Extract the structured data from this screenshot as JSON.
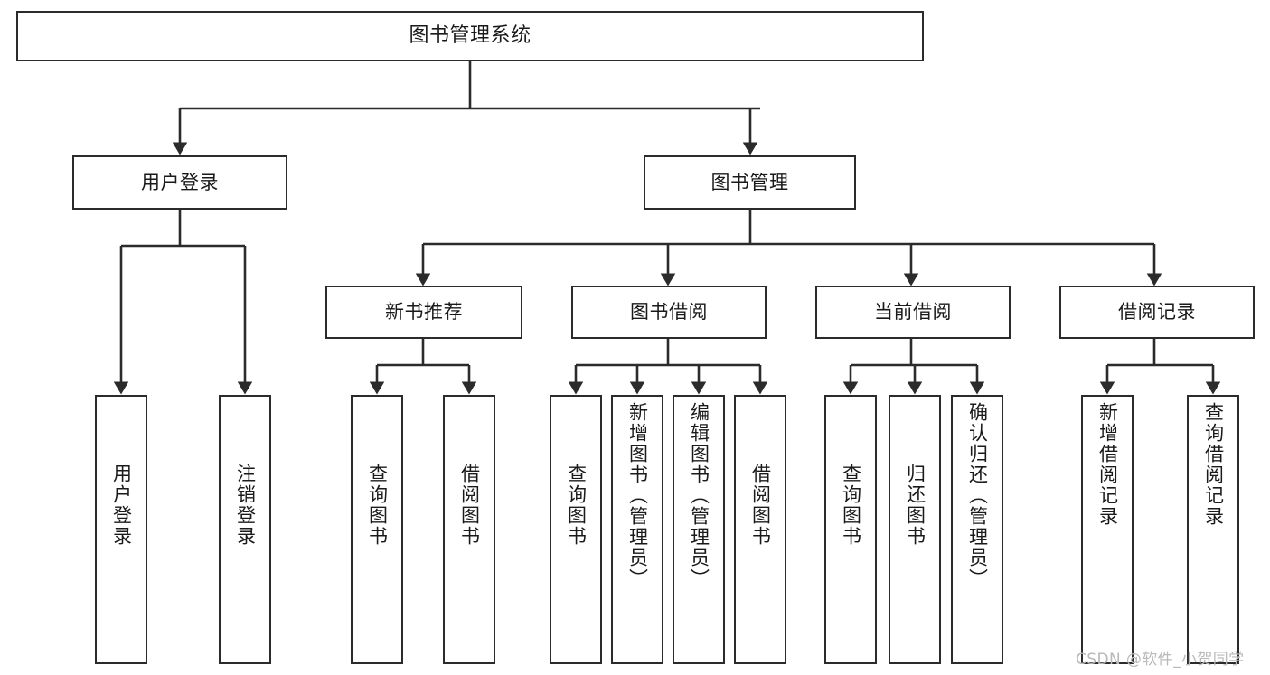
{
  "diagram": {
    "title": "图书管理系统",
    "type": "tree-hierarchy-chart",
    "line_color": "#2b2b2b",
    "box_fill": "#ffffff",
    "background": "#ffffff",
    "watermark": "CSDN @软件_小贺同学"
  },
  "nodes": {
    "root": {
      "label": "图书管理系统"
    },
    "level2": [
      {
        "label": "用户登录"
      },
      {
        "label": "图书管理"
      }
    ],
    "level3": [
      {
        "label": "新书推荐"
      },
      {
        "label": "图书借阅"
      },
      {
        "label": "当前借阅"
      },
      {
        "label": "借阅记录"
      }
    ],
    "leaves_user_login": [
      {
        "label": "用户登录"
      },
      {
        "label": "注销登录"
      }
    ],
    "leaves_new_book": [
      {
        "label": "查询图书"
      },
      {
        "label": "借阅图书"
      }
    ],
    "leaves_borrow": [
      {
        "label": "查询图书"
      },
      {
        "label": "新增图书（管理员）"
      },
      {
        "label": "编辑图书（管理员）"
      },
      {
        "label": "借阅图书"
      }
    ],
    "leaves_current": [
      {
        "label": "查询图书"
      },
      {
        "label": "归还图书"
      },
      {
        "label": "确认归还（管理员）"
      }
    ],
    "leaves_records": [
      {
        "label": "新增借阅记录"
      },
      {
        "label": "查询借阅记录"
      }
    ]
  }
}
